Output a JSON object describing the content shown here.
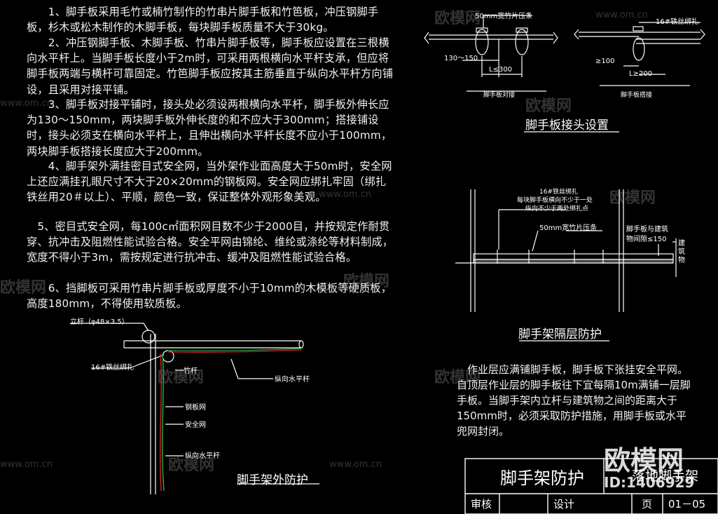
{
  "paragraphs": [
    "　　1、脚手板采用毛竹或楠竹制作的竹串片脚手板和竹笆板，冲压钢脚手板，杉木或松木制作的木脚手板，每块脚手板质量不大于30kg。",
    "　　2、冲压钢脚手板、木脚手板、竹串片脚手板等，脚手板应设置在三根横向水平杆上。当脚手板长度小于2m时，可采用两根横向水平杆支承，但应将脚手板两端与横杆可靠固定。竹笆脚手板应按其主筋垂直于纵向水平杆方向铺设，且采用对接平铺。",
    "　　3、脚手板对接平铺时，接头处必须设两根横向水平杆，脚手板外伸长应为130～150mm，两块脚手板外伸长度的和不应大于300mm；搭接铺设时，接头必须支在横向水平杆上，且伸出横向水平杆长度不应小于100mm，两块脚手板搭接长度应大于200mm。",
    "　　4、脚手架外满挂密目式安全网，当外架作业面高度大于50m时，安全网上还应满挂孔眼尺寸不大于20×20mm的钢板网。安全网应绑扎牢固（绑扎铁丝用20＃以上）、平顺，颜色一致，保证整体外观形象美观。",
    "　5、密目式安全网，每100c㎡面积网目数不少于2000目，并按规定作耐贯穿、抗冲击及阻燃性能试验合格。安全平网由锦纶、维纶或涤纶等材料制成，宽度不得小于3m，需按规定进行抗冲击、缓冲及阻燃性能试验合格。",
    "　　6、挡脚板可采用竹串片脚手板或厚度不小于10mm的木模板等硬质板，高度180mm，不得使用软质板。"
  ],
  "right_paragraph": "　作业层应满铺脚手板，脚手板下张挂安全平网。自顶层作业层的脚手板往下宜每隔10m满铺一层脚手板。当脚手架内立杆与建筑物之间的距离大于150mm时，必须采取防护措施，用脚手板或水平兜网封闭。",
  "diagram_joint": {
    "caption": "脚手板接头设置",
    "left_label_top": "50mm宽竹片压条",
    "left_dim_1": "130～150",
    "left_dim_2": "L≤300",
    "left_caption": "脚手板对接",
    "right_label_top": "16#铁丝绑扎",
    "right_dim_1": "≥100",
    "right_dim_2": "L≥200",
    "right_caption": "脚手板搭接"
  },
  "diagram_layer": {
    "caption": "脚手架隔层防护",
    "label_wire": "16#铁丝绑扎",
    "label_note_1": "每块脚手板横向不少于一处",
    "label_note_2": "纵向不少于两处绑扎点",
    "label_strip": "50mm宽竹片压条",
    "label_gap_1": "脚手板与建筑",
    "label_gap_2": "物间隙≤150",
    "label_building": "建筑物"
  },
  "diagram_outer": {
    "caption": "脚手架外防护",
    "label_pole": "立杆（φ48×3.5）",
    "label_wire": "16#铁丝绑扎",
    "label_bamboo": "竹杆",
    "label_long_bar": "纵向水平杆",
    "label_steel_net": "钢板网",
    "label_safety_net": "安全网",
    "label_long_bar_2": "纵向水平杆"
  },
  "title_block": {
    "title": "脚手架防护",
    "drawing_name": "落地脚手架",
    "review": "审核",
    "design": "设计",
    "page_label": "页",
    "page_no": "01－05"
  },
  "watermark": {
    "brand": "欧模网",
    "site": "www.om.cn",
    "id": "ID:1406929"
  },
  "colors": {
    "background": "#000000",
    "line": "#ffffff",
    "net_green": "#22aa44",
    "net_red": "#cc2222"
  }
}
